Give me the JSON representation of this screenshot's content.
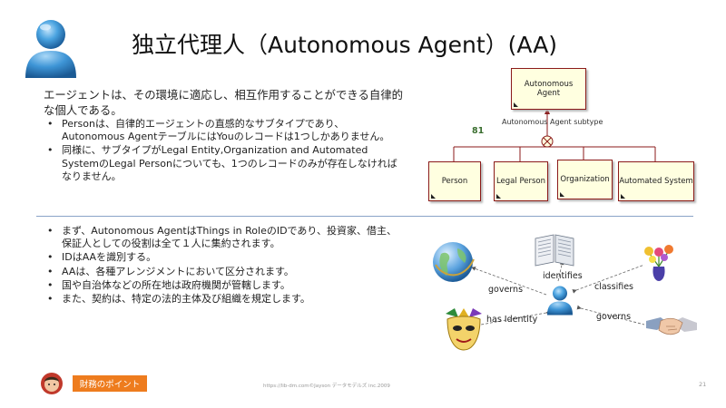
{
  "slide": {
    "title": "独立代理人（Autonomous Agent）(AA)",
    "intro": "エージェントは、その環境に適応し、相互作用することができる自律的な個人である。",
    "bullets_top": [
      "Personは、自律的エージェントの直感的なサブタイプであり、Autonomous AgentテーブルにはYouのレコードは1つしかありません。",
      "同様に、サブタイプがLegal Entity,Organization and Automated SystemのLegal Personについても、1つのレコードのみが存在しなければなりません。"
    ],
    "bullets_bottom": [
      "まず、Autonomous AgentはThings in RoleのIDであり、投資家、借主、保証人としての役割は全て１人に集約されます。",
      "IDはAAを識別する。",
      "AAは、各種アレンジメントにおいて区分されます。",
      "国や自治体などの所在地は政府機関が管轄します。",
      "また、契約は、特定の法的主体及び組織を規定します。"
    ]
  },
  "diagram": {
    "parent": "Autonomous Agent",
    "subtype_label": "Autonomous Agent subtype",
    "count": "81",
    "children": [
      "Person",
      "Legal Person",
      "Organization",
      "Automated System"
    ]
  },
  "concept_map": {
    "relations": [
      "governs",
      "identifies",
      "classifies",
      "has Identity",
      "governs"
    ]
  },
  "footer": {
    "tag": "財務のポイント",
    "credit": "https://lib-dm.com©Jayson データモデルズ inc.2009",
    "page": "21"
  },
  "icons": [
    "person-avatar-icon",
    "globe-icon",
    "book-icon",
    "flowers-icon",
    "mask-icon",
    "handshake-icon",
    "presenter-face-icon"
  ],
  "colors": {
    "entity_fill": "#ffffe0",
    "entity_border": "#8b1a1a",
    "accent_orange": "#ee7c1e",
    "person_blue": "#2f86c4"
  }
}
